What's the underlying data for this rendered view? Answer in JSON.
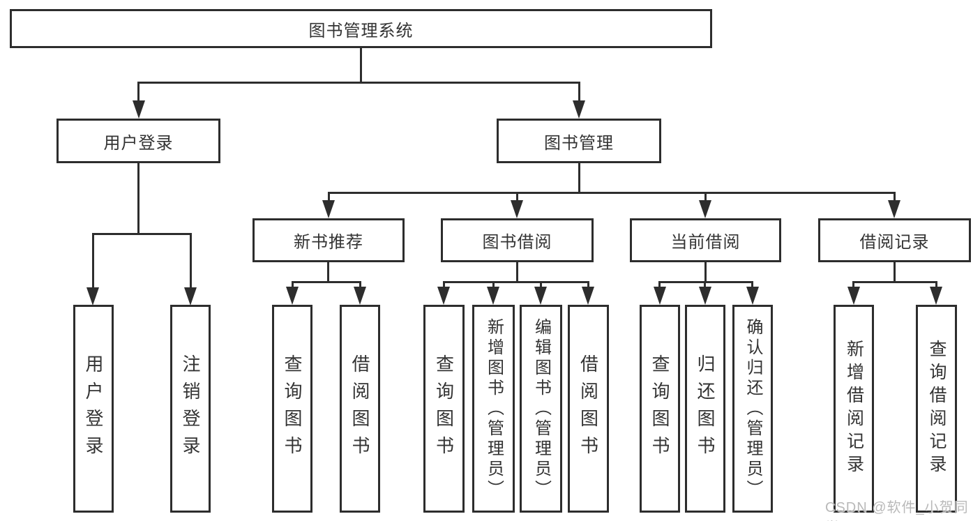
{
  "diagram_title": "图书管理系统",
  "tree": {
    "root": {
      "label": "图书管理系统"
    },
    "branches": [
      {
        "label": "用户登录",
        "leaves": [
          {
            "label": "用户登录"
          },
          {
            "label": "注销登录"
          }
        ]
      },
      {
        "label": "图书管理",
        "sections": [
          {
            "label": "新书推荐",
            "leaves": [
              {
                "label": "查询图书"
              },
              {
                "label": "借阅图书"
              }
            ]
          },
          {
            "label": "图书借阅",
            "leaves": [
              {
                "label": "查询图书"
              },
              {
                "label": "新增图书（管理员）"
              },
              {
                "label": "编辑图书（管理员）"
              },
              {
                "label": "借阅图书"
              }
            ]
          },
          {
            "label": "当前借阅",
            "leaves": [
              {
                "label": "查询图书"
              },
              {
                "label": "归还图书"
              },
              {
                "label": "确认归还（管理员）"
              }
            ]
          },
          {
            "label": "借阅记录",
            "leaves": [
              {
                "label": "新增借阅记录"
              },
              {
                "label": "查询借阅记录"
              }
            ]
          }
        ]
      }
    ]
  },
  "watermark": {
    "text": "CSDN @软件_小贺同学"
  },
  "colors": {
    "line": "#2d2d2d",
    "text": "#333333",
    "background": "#ffffff",
    "watermark": "#b9b9b9"
  }
}
